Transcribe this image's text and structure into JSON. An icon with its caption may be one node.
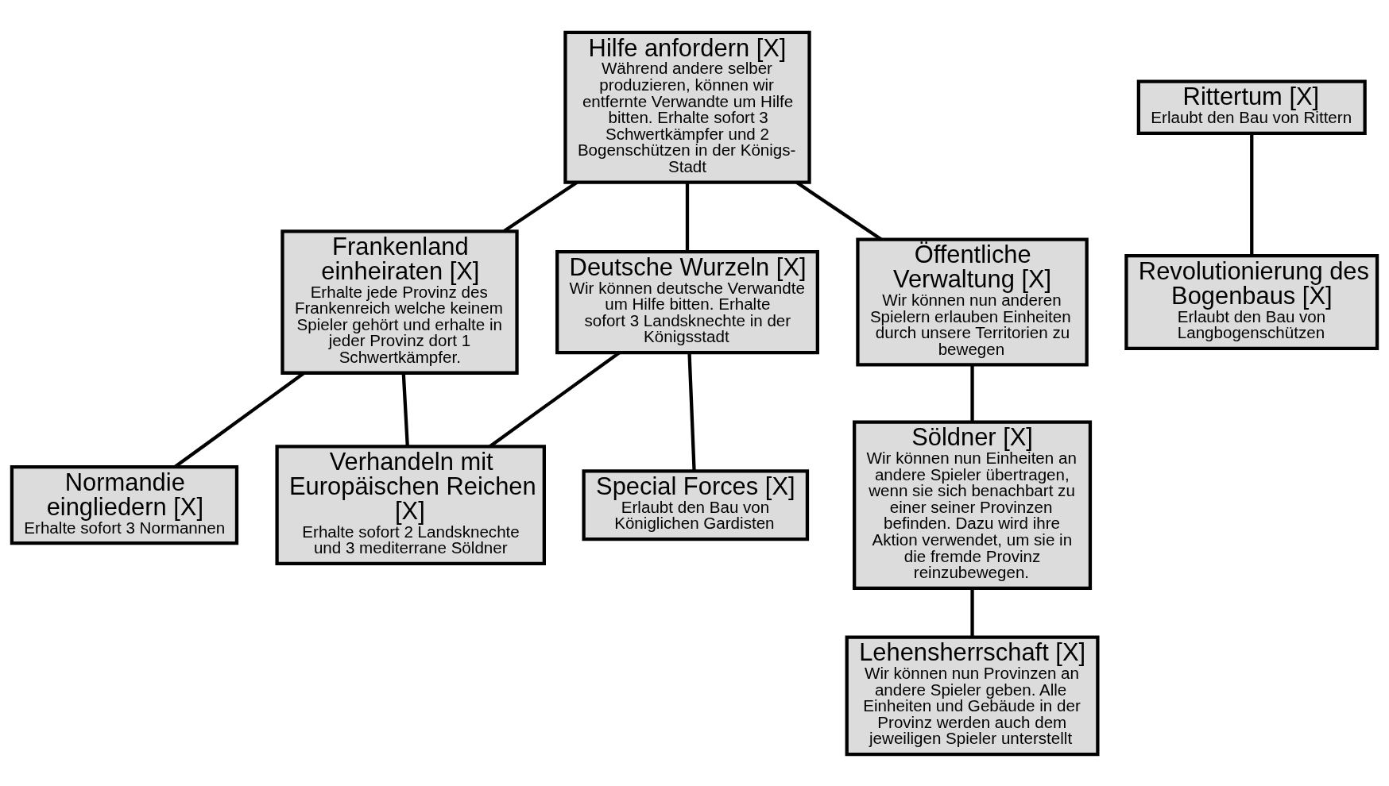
{
  "diagram": {
    "nodes": [
      {
        "text": [
          "Hilfe anfordern [X]",
          "Während andere selber produzieren, können wir entfernte Verwandte um Hilfe bitten. Erhalte sofort 3 Schwertkämpfer und 2 Bogenschützen in der Königs-Stadt"
        ]
      },
      {
        "text": [
          "Frankenland einheiraten [X]",
          "Erhalte jede Provinz des Frankenreich welche keinem Spieler gehört und erhalte in jeder Provinz dort 1 Schwertkämpfer."
        ]
      },
      {
        "text": [
          "Deutsche Wurzeln [X]",
          "Wir können deutsche Verwandte um Hilfe bitten. Erhalte sofort 3 Landsknechte in der Königsstadt"
        ]
      },
      {
        "text": [
          "Öffentliche Verwaltung [X]",
          "Wir können nun anderen Spielern erlauben Einheiten durch unsere Territorien zu bewegen"
        ]
      },
      {
        "text": [
          "Normandie eingliedern [X]",
          "Erhalte sofort 3 Normannen"
        ]
      },
      {
        "text": [
          "Verhandeln mit Europäischen Reichen [X]",
          "Erhalte sofort 2 Landsknechte und 3 mediterrane Söldner"
        ]
      },
      {
        "text": [
          "Special Forces [X]",
          "Erlaubt den Bau von Königlichen Gardisten"
        ]
      },
      {
        "text": [
          "Söldner [X]",
          "Wir können nun Einheiten an andere Spieler übertragen, wenn sie sich benachbart zu einer seiner Provinzen befinden. Dazu wird ihre Aktion verwendet, um sie in die fremde Provinz reinzubewegen."
        ]
      },
      {
        "text": [
          "Lehensherrschaft [X]",
          "Wir können nun Provinzen an andere Spieler geben. Alle Einheiten und Gebäude in der Provinz werden auch dem jeweiligen Spieler unterstellt"
        ]
      },
      {
        "text": [
          "Rittertum [X]",
          "Erlaubt den Bau von Rittern"
        ]
      },
      {
        "text": [
          "Revolutionierung des Bogenbaus [X]",
          "Erlaubt den Bau von Langbogenschützen"
        ]
      }
    ],
    "edges": [
      {
        "from": 0,
        "to": 1,
        "arrow": "none"
      },
      {
        "from": 0,
        "to": 2,
        "arrow": "none"
      },
      {
        "from": 0,
        "to": 3,
        "arrow": "none"
      },
      {
        "from": 1,
        "to": 4,
        "arrow": "none"
      },
      {
        "from": 1,
        "to": 5,
        "arrow": "none"
      },
      {
        "from": 2,
        "to": 5,
        "arrow": "none"
      },
      {
        "from": 2,
        "to": 6,
        "arrow": "none"
      },
      {
        "from": 3,
        "to": 7,
        "arrow": "none"
      },
      {
        "from": 7,
        "to": 8,
        "arrow": "none"
      },
      {
        "from": 9,
        "to": 10,
        "arrow": "none"
      }
    ]
  }
}
